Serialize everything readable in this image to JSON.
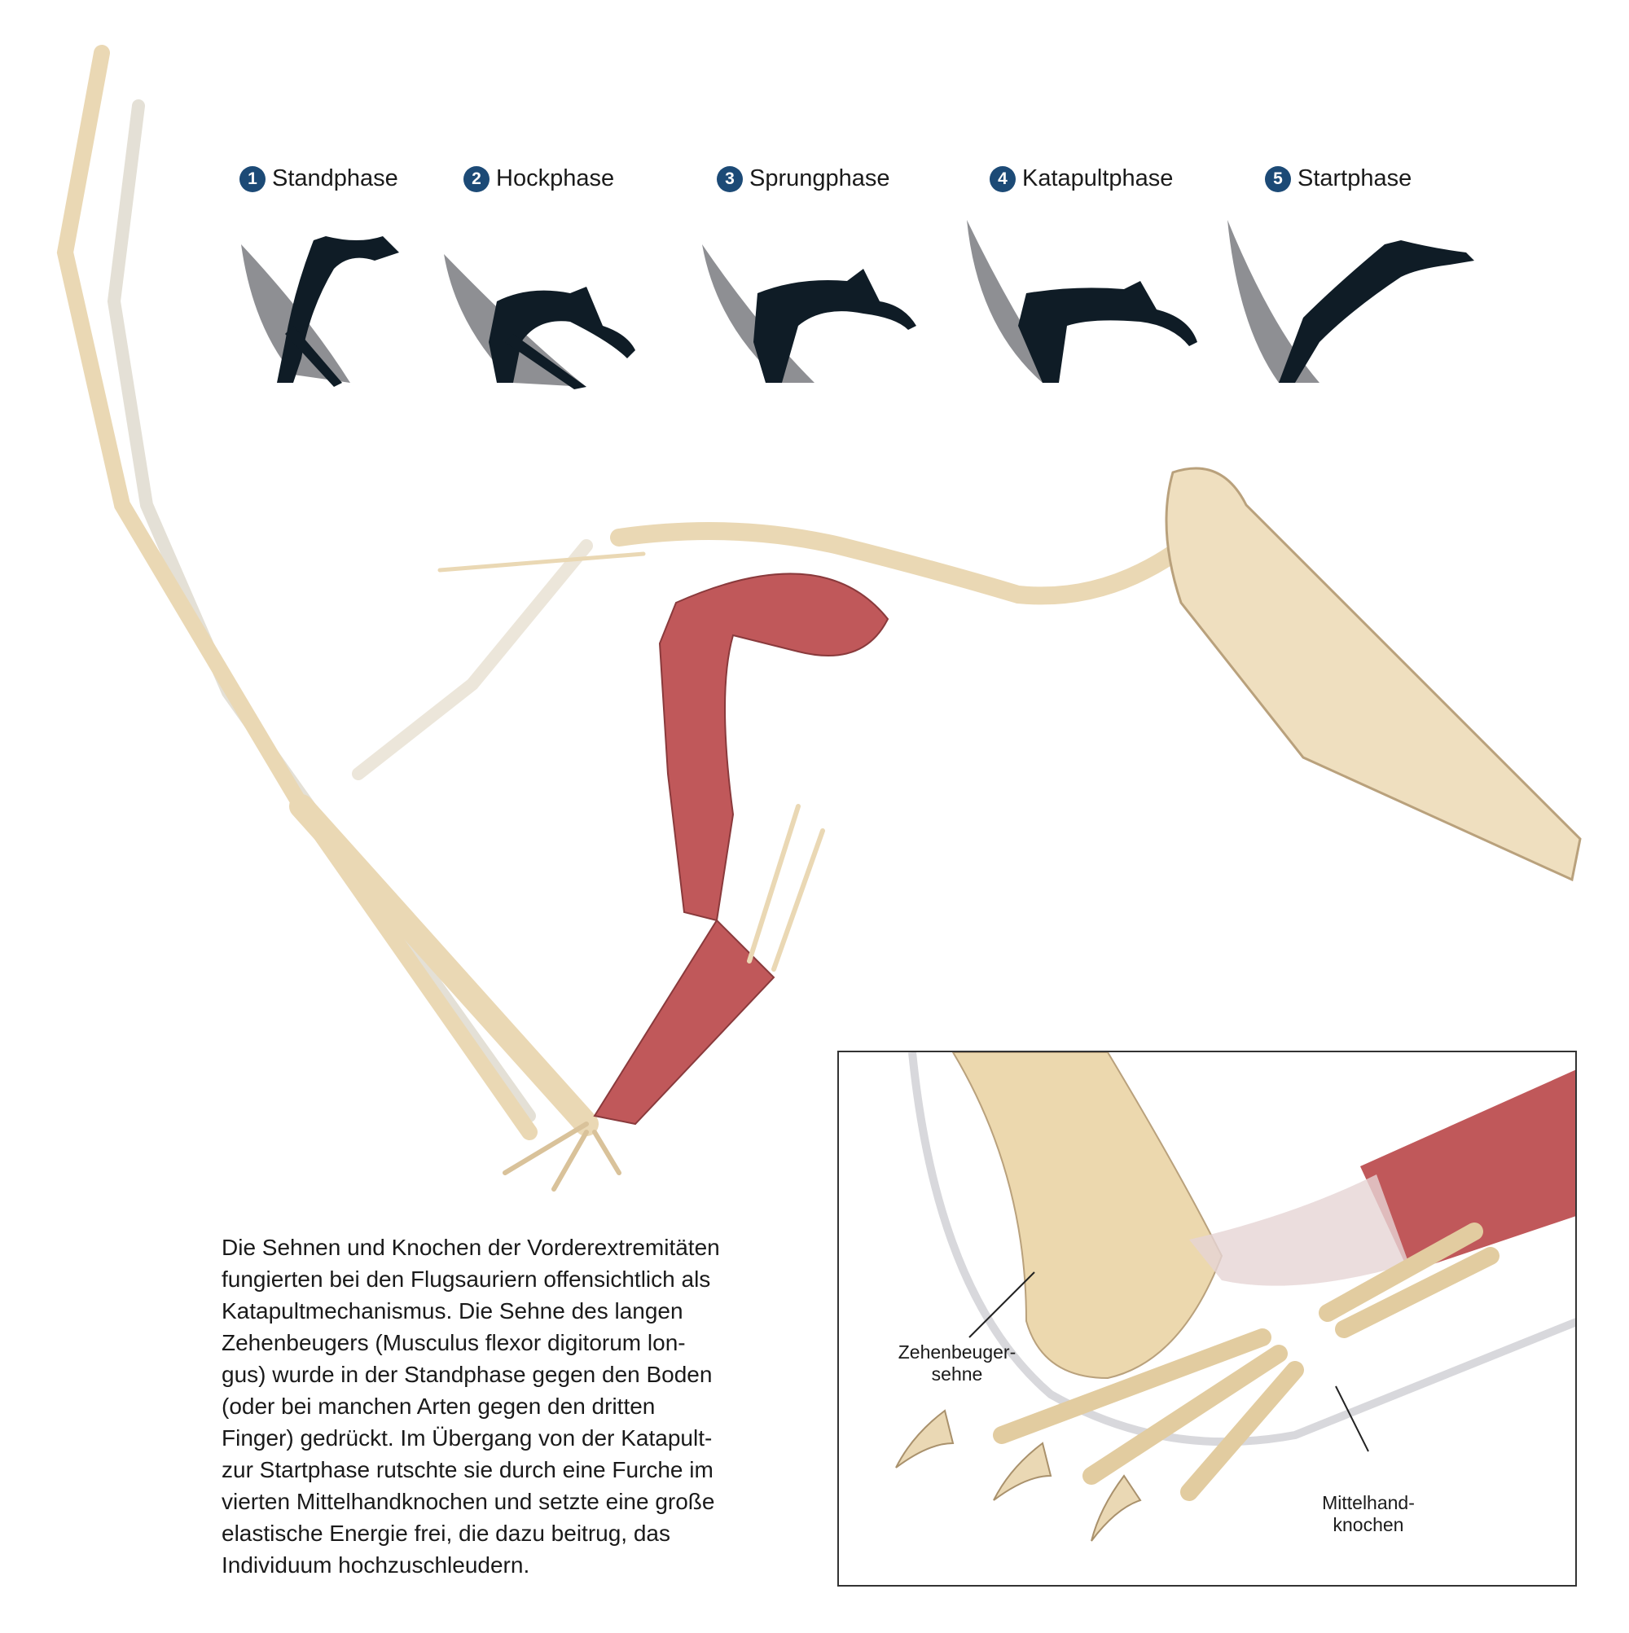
{
  "phases": [
    {
      "number": "1",
      "label": "Standphase"
    },
    {
      "number": "2",
      "label": "Hockphase"
    },
    {
      "number": "3",
      "label": "Sprungphase"
    },
    {
      "number": "4",
      "label": "Katapultphase"
    },
    {
      "number": "5",
      "label": "Startphase"
    }
  ],
  "caption": {
    "lines": [
      "Die Sehnen und Knochen der Vorderextremitäten",
      "fungierten bei den Flugsauriern offensichtlich als",
      "Katapultmechanismus. Die Sehne des langen",
      "Zehenbeugers (Musculus flexor digitorum lon-",
      "gus) wurde in der Standphase gegen den Boden",
      "(oder bei manchen Arten gegen den dritten",
      "Finger) gedrückt. Im Übergang von der Katapult-",
      "zur Startphase rutschte sie durch eine Furche im",
      "vierten Mittelhandknochen und setzte eine große",
      "elastische Energie frei, die dazu beitrug, das",
      "Individuum hochzuschleudern."
    ]
  },
  "inset": {
    "label_tendon_1": "Zehenbeuger-",
    "label_tendon_2": "sehne",
    "label_bone_1": "Mittelhand-",
    "label_bone_2": "knochen"
  },
  "colors": {
    "badge": "#1c4a76",
    "bone": "#ead8b4",
    "muscle": "#c0585a",
    "silhouette": "#0f1c26",
    "wing_shadow": "#8e8f93"
  }
}
